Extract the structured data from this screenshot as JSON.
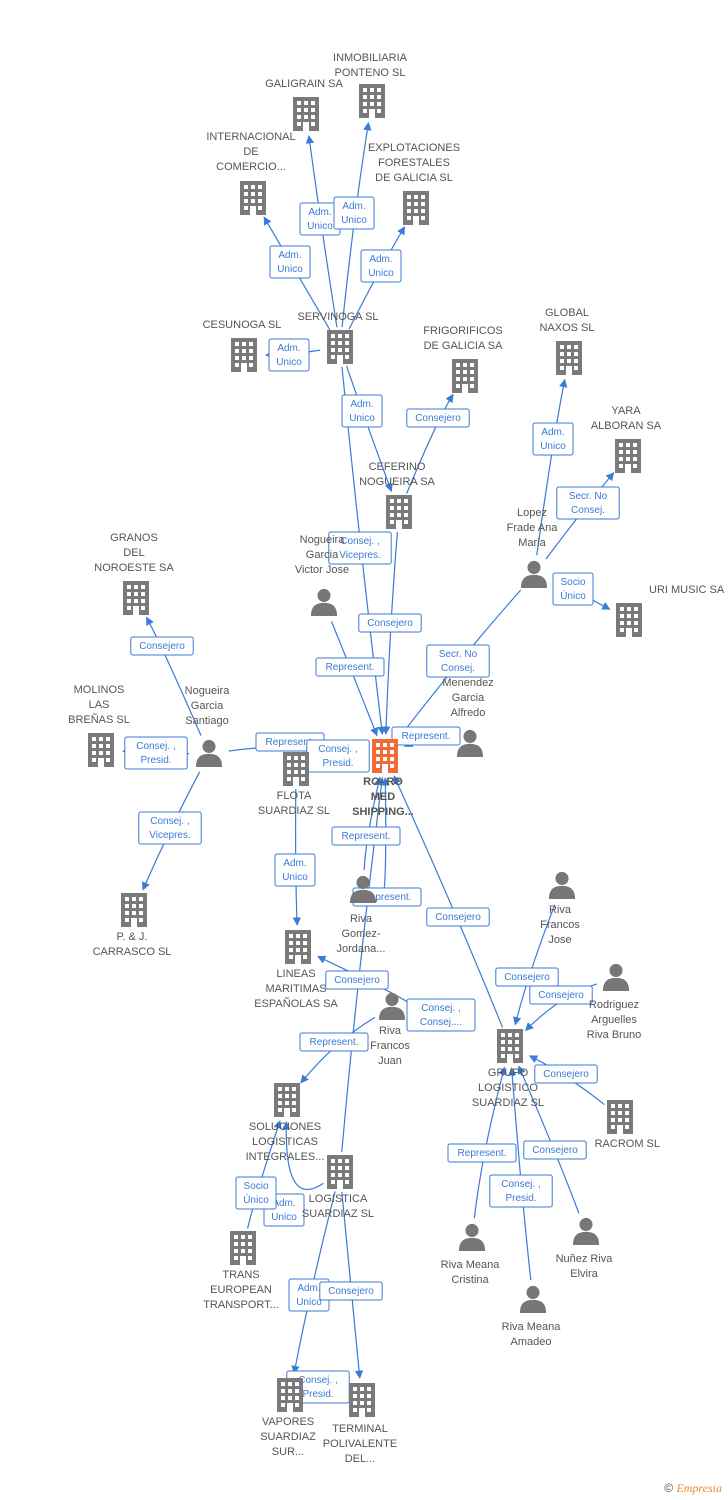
{
  "colors": {
    "edge": "#3a7bd5",
    "company": "#7a7a7a",
    "main": "#f26a35",
    "person": "#777777"
  },
  "nodes": [
    {
      "id": "main",
      "type": "company",
      "main": true,
      "label": [
        "RO- RO",
        "MED",
        "SHIPPING..."
      ]
    },
    {
      "id": "galigrain",
      "type": "company",
      "label": [
        "GALIGRAIN SA"
      ]
    },
    {
      "id": "inmobiliaria",
      "type": "company",
      "label": [
        "INMOBILIARIA",
        "PONTENO SL"
      ]
    },
    {
      "id": "internacional",
      "type": "company",
      "label": [
        "INTERNACIONAL",
        "DE",
        "COMERCIO..."
      ]
    },
    {
      "id": "explotaciones",
      "type": "company",
      "label": [
        "EXPLOTACIONES",
        "FORESTALES",
        "DE GALICIA SL"
      ]
    },
    {
      "id": "cesunoga",
      "type": "company",
      "label": [
        "CESUNOGA SL"
      ]
    },
    {
      "id": "servinoga",
      "type": "company",
      "label": [
        "SERVINOGA SL"
      ]
    },
    {
      "id": "frigorificos",
      "type": "company",
      "label": [
        "FRIGORIFICOS",
        "DE GALICIA SA"
      ]
    },
    {
      "id": "globalnaxos",
      "type": "company",
      "label": [
        "GLOBAL",
        "NAXOS SL"
      ]
    },
    {
      "id": "yara",
      "type": "company",
      "label": [
        "YARA",
        "ALBORAN SA"
      ]
    },
    {
      "id": "ceferino",
      "type": "company",
      "label": [
        "CEFERINO",
        "NOGUEIRA SA"
      ]
    },
    {
      "id": "lopezfrade",
      "type": "person",
      "label": [
        "Lopez",
        "Frade Ana",
        "Maria"
      ]
    },
    {
      "id": "nogueiravictor",
      "type": "person",
      "label": [
        "Nogueira",
        "Garcia",
        "Victor Jose"
      ]
    },
    {
      "id": "granos",
      "type": "company",
      "label": [
        "GRANOS",
        "DEL",
        "NOROESTE SA"
      ]
    },
    {
      "id": "urimusic",
      "type": "company",
      "label": [
        "URI MUSIC SA"
      ]
    },
    {
      "id": "molinos",
      "type": "company",
      "label": [
        "MOLINOS",
        "LAS",
        "BREÑAS SL"
      ]
    },
    {
      "id": "nogueirasantiago",
      "type": "person",
      "label": [
        "Nogueira",
        "Garcia",
        "Santiago"
      ]
    },
    {
      "id": "menendez",
      "type": "person",
      "label": [
        "Menendez",
        "Garcia",
        "Alfredo"
      ]
    },
    {
      "id": "flota",
      "type": "company",
      "label": [
        "FLOTA",
        "SUARDIAZ SL"
      ]
    },
    {
      "id": "pj",
      "type": "company",
      "label": [
        "P. & J.",
        "CARRASCO SL"
      ]
    },
    {
      "id": "rivagomez",
      "type": "person",
      "label": [
        "Riva",
        "Gomez-",
        "Jordana..."
      ]
    },
    {
      "id": "rivafrancosjose",
      "type": "person",
      "label": [
        "Riva",
        "Francos",
        "Jose"
      ]
    },
    {
      "id": "lineas",
      "type": "company",
      "label": [
        "LINEAS",
        "MARITIMAS",
        "ESPAÑOLAS SA"
      ]
    },
    {
      "id": "rodriguez",
      "type": "person",
      "label": [
        "Rodriguez",
        "Arguelles",
        "Riva Bruno"
      ]
    },
    {
      "id": "rivafrancosjuan",
      "type": "person",
      "label": [
        "Riva",
        "Francos",
        "Juan"
      ]
    },
    {
      "id": "grupo",
      "type": "company",
      "label": [
        "GRUPO",
        "LOGISTICO",
        "SUARDIAZ SL"
      ]
    },
    {
      "id": "soluciones",
      "type": "company",
      "label": [
        "SOLUCIONES",
        "LOGISTICAS",
        "INTEGRALES..."
      ]
    },
    {
      "id": "racrom",
      "type": "company",
      "label": [
        "RACROM SL"
      ]
    },
    {
      "id": "logistica",
      "type": "company",
      "label": [
        "LOGISTICA",
        "SUARDIAZ SL"
      ]
    },
    {
      "id": "trans",
      "type": "company",
      "label": [
        "TRANS",
        "EUROPEAN",
        "TRANSPORT..."
      ]
    },
    {
      "id": "rivameanacristina",
      "type": "person",
      "label": [
        "Riva Meana",
        "Cristina"
      ]
    },
    {
      "id": "nunez",
      "type": "person",
      "label": [
        "Nuñez Riva",
        "Elvira"
      ]
    },
    {
      "id": "rivameanaamadeo",
      "type": "person",
      "label": [
        "Riva Meana",
        "Amadeo"
      ]
    },
    {
      "id": "vapores",
      "type": "company",
      "label": [
        "VAPORES",
        "SUARDIAZ",
        "SUR..."
      ]
    },
    {
      "id": "terminal",
      "type": "company",
      "label": [
        "TERMINAL",
        "POLIVALENTE",
        "DEL..."
      ]
    }
  ],
  "edges": [
    {
      "id": "e1",
      "from": "servinoga",
      "to": "galigrain",
      "label": [
        "Adm.",
        "Unico"
      ]
    },
    {
      "id": "e2",
      "from": "servinoga",
      "to": "inmobiliaria",
      "label": [
        "Adm.",
        "Unico"
      ]
    },
    {
      "id": "e3",
      "from": "servinoga",
      "to": "internacional",
      "label": [
        "Adm.",
        "Unico"
      ]
    },
    {
      "id": "e4",
      "from": "servinoga",
      "to": "explotaciones",
      "label": [
        "Adm.",
        "Unico"
      ]
    },
    {
      "id": "e5",
      "from": "servinoga",
      "to": "cesunoga",
      "label": [
        "Adm.",
        "Unico"
      ]
    },
    {
      "id": "e6",
      "from": "servinoga",
      "to": "ceferino",
      "label": [
        "Adm.",
        "Unico"
      ]
    },
    {
      "id": "e7",
      "from": "ceferino",
      "to": "frigorificos",
      "label": [
        "Consejero"
      ]
    },
    {
      "id": "e8",
      "from": "lopezfrade",
      "to": "globalnaxos",
      "label": [
        "Adm.",
        "Unico"
      ]
    },
    {
      "id": "e9",
      "from": "lopezfrade",
      "to": "yara",
      "label": [
        "Secr.  No",
        "Consej."
      ]
    },
    {
      "id": "e10",
      "from": "servinoga",
      "to": "main",
      "label": [
        "Consej. ,",
        "Vicepres."
      ]
    },
    {
      "id": "e11",
      "from": "ceferino",
      "to": "main",
      "label": [
        "Consejero"
      ]
    },
    {
      "id": "e12",
      "from": "nogueiravictor",
      "to": "main",
      "label": [
        "Represent."
      ]
    },
    {
      "id": "e13",
      "from": "lopezfrade",
      "to": "main",
      "label": [
        "Secr.  No",
        "Consej."
      ]
    },
    {
      "id": "e14",
      "from": "lopezfrade",
      "to": "urimusic",
      "label": [
        "Socio",
        "Único"
      ]
    },
    {
      "id": "e15",
      "from": "nogueirasantiago",
      "to": "granos",
      "label": [
        "Consejero"
      ]
    },
    {
      "id": "e16",
      "from": "nogueirasantiago",
      "to": "molinos",
      "label": [
        "Consej. ,",
        "Presid."
      ]
    },
    {
      "id": "e17",
      "from": "nogueirasantiago",
      "to": "main",
      "label": [
        "Represent."
      ]
    },
    {
      "id": "e18",
      "from": "flota",
      "to": "main",
      "label": [
        "Consej. ,",
        "Presid."
      ]
    },
    {
      "id": "e19",
      "from": "menendez",
      "to": "main",
      "label": [
        "Represent."
      ]
    },
    {
      "id": "e20",
      "from": "nogueirasantiago",
      "to": "pj",
      "label": [
        "Consej. ,",
        "Vicepres."
      ]
    },
    {
      "id": "e21",
      "from": "flota",
      "to": "lineas",
      "label": [
        "Adm.",
        "Unico"
      ]
    },
    {
      "id": "e22",
      "from": "rivagomez",
      "to": "main",
      "label": [
        "Represent."
      ]
    },
    {
      "id": "e23",
      "from": "rivagomez",
      "to": "main",
      "label": [
        "Represent."
      ]
    },
    {
      "id": "e24",
      "from": "grupo",
      "to": "main",
      "label": [
        "Consejero"
      ]
    },
    {
      "id": "e25",
      "from": "logistica",
      "to": "main",
      "label": [
        "Consejero"
      ]
    },
    {
      "id": "e26",
      "from": "rivafrancosjose",
      "to": "grupo",
      "label": [
        "Consejero"
      ]
    },
    {
      "id": "e27",
      "from": "rodriguez",
      "to": "grupo",
      "label": [
        "Consejero"
      ]
    },
    {
      "id": "e28",
      "from": "rivafrancosjuan",
      "to": "lineas",
      "label": [
        "Consej. ,",
        "Consej...."
      ]
    },
    {
      "id": "e29",
      "from": "rivafrancosjuan",
      "to": "soluciones",
      "label": [
        "Represent."
      ]
    },
    {
      "id": "e30",
      "from": "racrom",
      "to": "grupo",
      "label": [
        "Consejero"
      ]
    },
    {
      "id": "e31",
      "from": "rivameanacristina",
      "to": "grupo",
      "label": [
        "Represent."
      ]
    },
    {
      "id": "e32",
      "from": "rivameanaamadeo",
      "to": "grupo",
      "label": [
        "Consej. ,",
        "Presid."
      ]
    },
    {
      "id": "e33",
      "from": "nunez",
      "to": "grupo",
      "label": [
        "Consejero"
      ]
    },
    {
      "id": "e34",
      "from": "logistica",
      "to": "soluciones",
      "label": [
        "Adm.",
        "Unico"
      ]
    },
    {
      "id": "e35",
      "from": "trans",
      "to": "soluciones",
      "label": [
        "Socio",
        "Único"
      ]
    },
    {
      "id": "e36",
      "from": "logistica",
      "to": "vapores",
      "label": [
        "Adm.",
        "Unico"
      ]
    },
    {
      "id": "e37",
      "from": "logistica",
      "to": "terminal",
      "label": [
        "Consejero"
      ]
    },
    {
      "id": "e38",
      "from": "vapores",
      "to": "terminal",
      "label": [
        "Consej. ,",
        "Presid."
      ]
    }
  ],
  "footer": {
    "copyright": "©",
    "brand": "Empresia"
  }
}
